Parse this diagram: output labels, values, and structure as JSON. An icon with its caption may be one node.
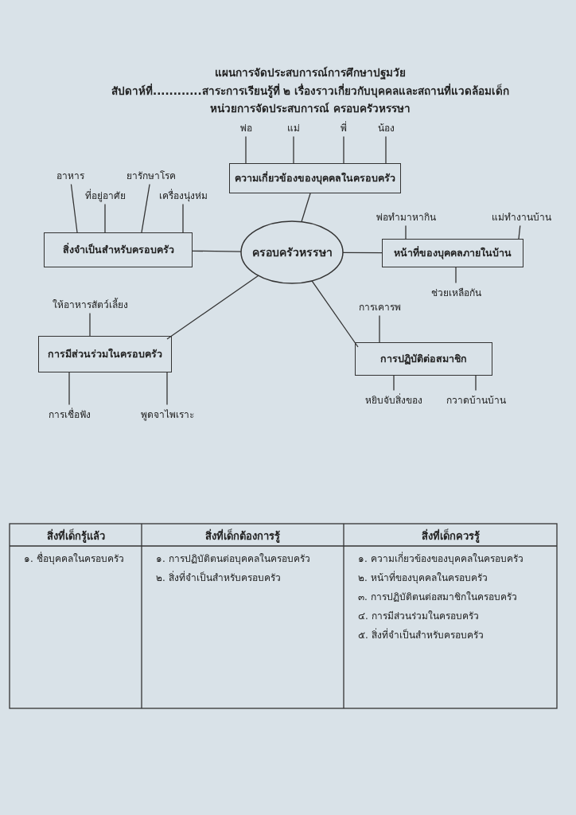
{
  "diagram": {
    "title": "แผนการจัดประสบการณ์การศึกษาปฐมวัย",
    "nodes": [
      {
        "text": [
          "ครอบครัวหรรษา"
        ]
      },
      {
        "text": [
          "ความเกี่ยวข้องของบุคคลในครอบครัว"
        ]
      },
      {
        "text": [
          "พ่อ"
        ]
      },
      {
        "text": [
          "แม่"
        ]
      },
      {
        "text": [
          "พี่"
        ]
      },
      {
        "text": [
          "น้อง"
        ]
      },
      {
        "text": [
          "สิ่งจำเป็นสำหรับครอบครัว"
        ]
      },
      {
        "text": [
          "อาหาร"
        ]
      },
      {
        "text": [
          "ที่อยู่อาศัย"
        ]
      },
      {
        "text": [
          "ยารักษาโรค"
        ]
      },
      {
        "text": [
          "เครื่องนุ่งห่ม"
        ]
      },
      {
        "text": [
          "หน้าที่ของบุคคลภายในบ้าน"
        ]
      },
      {
        "text": [
          "พ่อทำมาหากิน"
        ]
      },
      {
        "text": [
          "แม่ทำงานบ้าน"
        ]
      },
      {
        "text": [
          "ช่วยเหลือกัน"
        ]
      },
      {
        "text": [
          "การมีส่วนร่วมในครอบครัว"
        ]
      },
      {
        "text": [
          "ให้อาหารสัตว์เลี้ยง"
        ]
      },
      {
        "text": [
          "การเชื่อฟัง"
        ]
      },
      {
        "text": [
          "พูดจาไพเราะ"
        ]
      },
      {
        "text": [
          "การปฏิบัติต่อสมาชิก"
        ]
      },
      {
        "text": [
          "การเคารพ"
        ]
      },
      {
        "text": [
          "หยิบจับสิ่งของ"
        ]
      },
      {
        "text": [
          "กวาดบ้านบ้าน"
        ]
      }
    ],
    "edges": [
      {
        "from": 0,
        "to": 1,
        "arrow": "none"
      },
      {
        "from": 0,
        "to": 6,
        "arrow": "none"
      },
      {
        "from": 0,
        "to": 11,
        "arrow": "none"
      },
      {
        "from": 0,
        "to": 15,
        "arrow": "none"
      },
      {
        "from": 0,
        "to": 19,
        "arrow": "none"
      },
      {
        "from": 1,
        "to": 2,
        "arrow": "none"
      },
      {
        "from": 1,
        "to": 3,
        "arrow": "none"
      },
      {
        "from": 1,
        "to": 4,
        "arrow": "none"
      },
      {
        "from": 1,
        "to": 5,
        "arrow": "none"
      },
      {
        "from": 6,
        "to": 7,
        "arrow": "none"
      },
      {
        "from": 6,
        "to": 8,
        "arrow": "none"
      },
      {
        "from": 6,
        "to": 9,
        "arrow": "none"
      },
      {
        "from": 6,
        "to": 10,
        "arrow": "none"
      },
      {
        "from": 11,
        "to": 12,
        "arrow": "none"
      },
      {
        "from": 11,
        "to": 13,
        "arrow": "none"
      },
      {
        "from": 11,
        "to": 14,
        "arrow": "none"
      },
      {
        "from": 15,
        "to": 16,
        "arrow": "none"
      },
      {
        "from": 15,
        "to": 17,
        "arrow": "none"
      },
      {
        "from": 15,
        "to": 18,
        "arrow": "none"
      },
      {
        "from": 19,
        "to": 20,
        "arrow": "none"
      },
      {
        "from": 19,
        "to": 21,
        "arrow": "none"
      },
      {
        "from": 19,
        "to": 22,
        "arrow": "none"
      }
    ],
    "labels": [
      "สัปดาห์ที่............สาระการเรียนรู้ที่ ๒ เรื่องราวเกี่ยวกับบุคคลและสถานที่แวดล้อมเด็ก",
      "หน่วยการจัดประสบการณ์  ครอบครัวหรรษา",
      "สิ่งที่เด็กรู้แล้ว",
      "สิ่งที่เด็กต้องการรู้",
      "สิ่งที่เด็กควรรู้",
      "๑. ชื่อบุคคลในครอบครัว",
      "๑. การปฏิบัติตนต่อบุคคลในครอบครัว",
      "๒. สิ่งที่จำเป็นสำหรับครอบครัว",
      "๑. ความเกี่ยวข้องของบุคคลในครอบครัว",
      "๒. หน้าที่ของบุคคลในครอบครัว",
      "๓. การปฏิบัติตนต่อสมาชิกในครอบครัว",
      "๔. การมีส่วนร่วมในครอบครัว",
      "๕. สิ่งที่จำเป็นสำหรับครอบครัว"
    ]
  }
}
